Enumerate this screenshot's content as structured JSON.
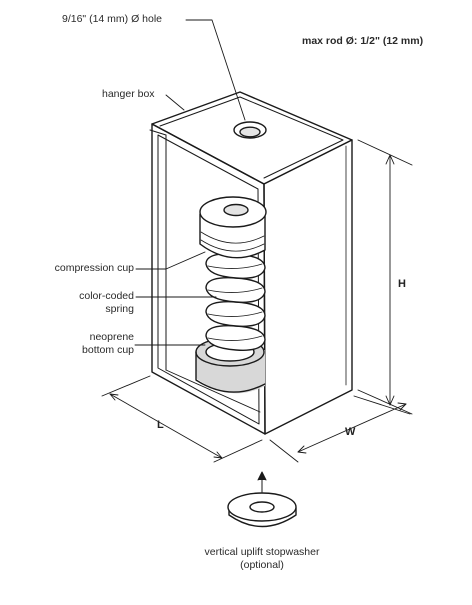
{
  "labels": {
    "hole": "9/16\" (14 mm) Ø hole",
    "max_rod": "max rod Ø:  1/2\" (12 mm)",
    "hanger_box": "hanger box",
    "compression_cup": "compression cup",
    "spring_line1": "color-coded",
    "spring_line2": "spring",
    "neoprene_line1": "neoprene",
    "neoprene_line2": "bottom cup",
    "washer_line1": "vertical uplift stopwasher",
    "washer_line2": "(optional)"
  },
  "dimensions": {
    "height": "H",
    "length": "L",
    "width": "W"
  },
  "colors": {
    "line": "#1a1a1a",
    "neoprene": "#d8d8d8",
    "spring_shadow": "#cfcfcf"
  }
}
